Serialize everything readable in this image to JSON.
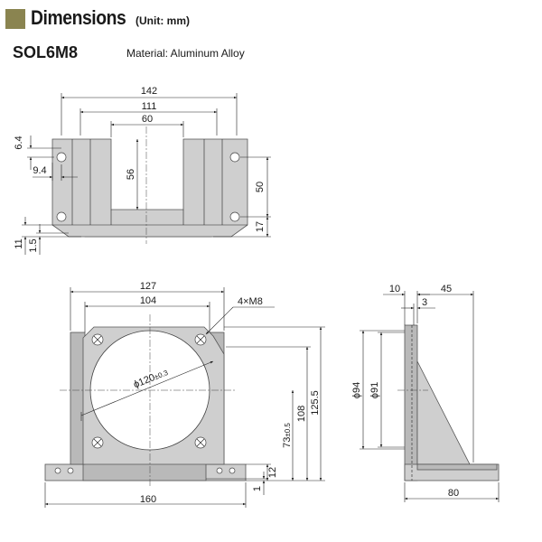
{
  "header": {
    "title": "Dimensions",
    "unit": "(Unit: mm)"
  },
  "model": "SOL6M8",
  "material": "Material: Aluminum Alloy",
  "top_view": {
    "dims": {
      "width_total": "142",
      "width_mid": "111",
      "slot_width": "60",
      "slot_depth": "56",
      "hole_y": "6.4",
      "hole_x": "9.4",
      "hole_pitch_y": "50",
      "bottom_offset": "17",
      "plate_thk": "11",
      "lip": "1.5"
    }
  },
  "front_view": {
    "dims": {
      "width_outer": "127",
      "hole_pitch": "104",
      "holes": "4×M8",
      "bore": "ϕ120",
      "bore_tol": "±0.3",
      "base_width": "160",
      "center_h": "73",
      "center_h_tol": "±0.5",
      "h108": "108",
      "h125": "125.5",
      "h12": "12",
      "h1": "1"
    }
  },
  "side_view": {
    "dims": {
      "w10": "10",
      "w45": "45",
      "w3": "3",
      "d94": "ϕ94",
      "d91": "ϕ91",
      "base80": "80"
    }
  }
}
